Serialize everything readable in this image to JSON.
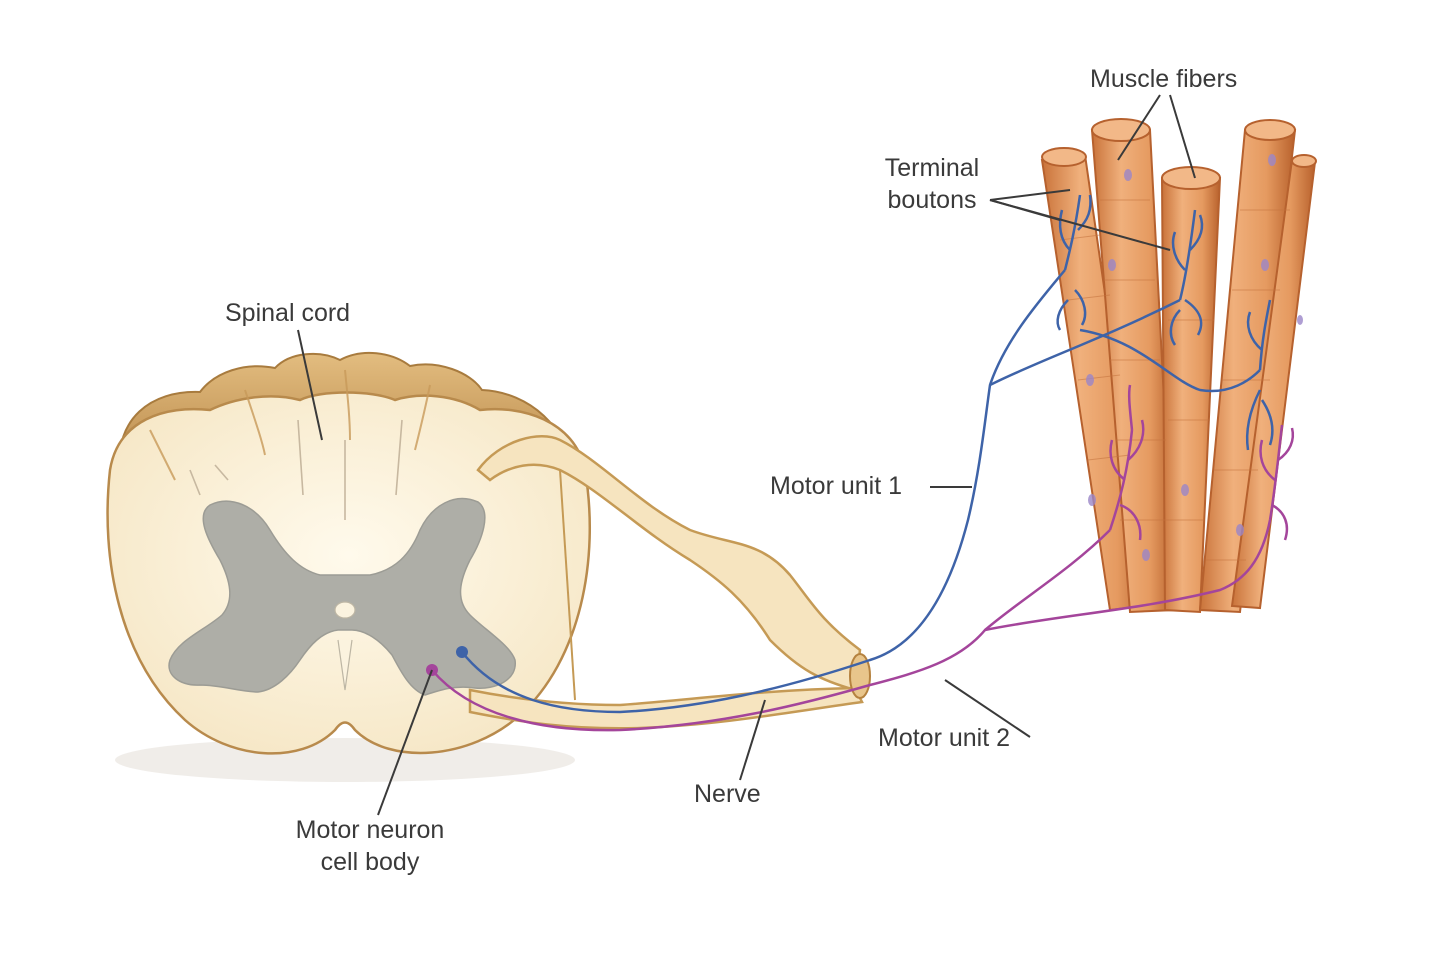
{
  "labels": {
    "spinal_cord": "Spinal cord",
    "muscle_fibers": "Muscle fibers",
    "terminal_boutons_line1": "Terminal",
    "terminal_boutons_line2": "boutons",
    "motor_unit_1": "Motor unit 1",
    "motor_unit_2": "Motor unit 2",
    "nerve": "Nerve",
    "motor_neuron_line1": "Motor neuron",
    "motor_neuron_line2": "cell body"
  },
  "colors": {
    "cord_outer": "#c9a065",
    "cord_white_matter": "#fbf3df",
    "gray_matter": "#a9aaa4",
    "nerve_fill": "#f6e4bf",
    "nerve_outline": "#c59a55",
    "muscle_fill": "#e8a06a",
    "muscle_dark": "#b9632f",
    "motor_unit_1": "#3e63a8",
    "motor_unit_2": "#a4459b",
    "label_text": "#3a3a3a"
  }
}
